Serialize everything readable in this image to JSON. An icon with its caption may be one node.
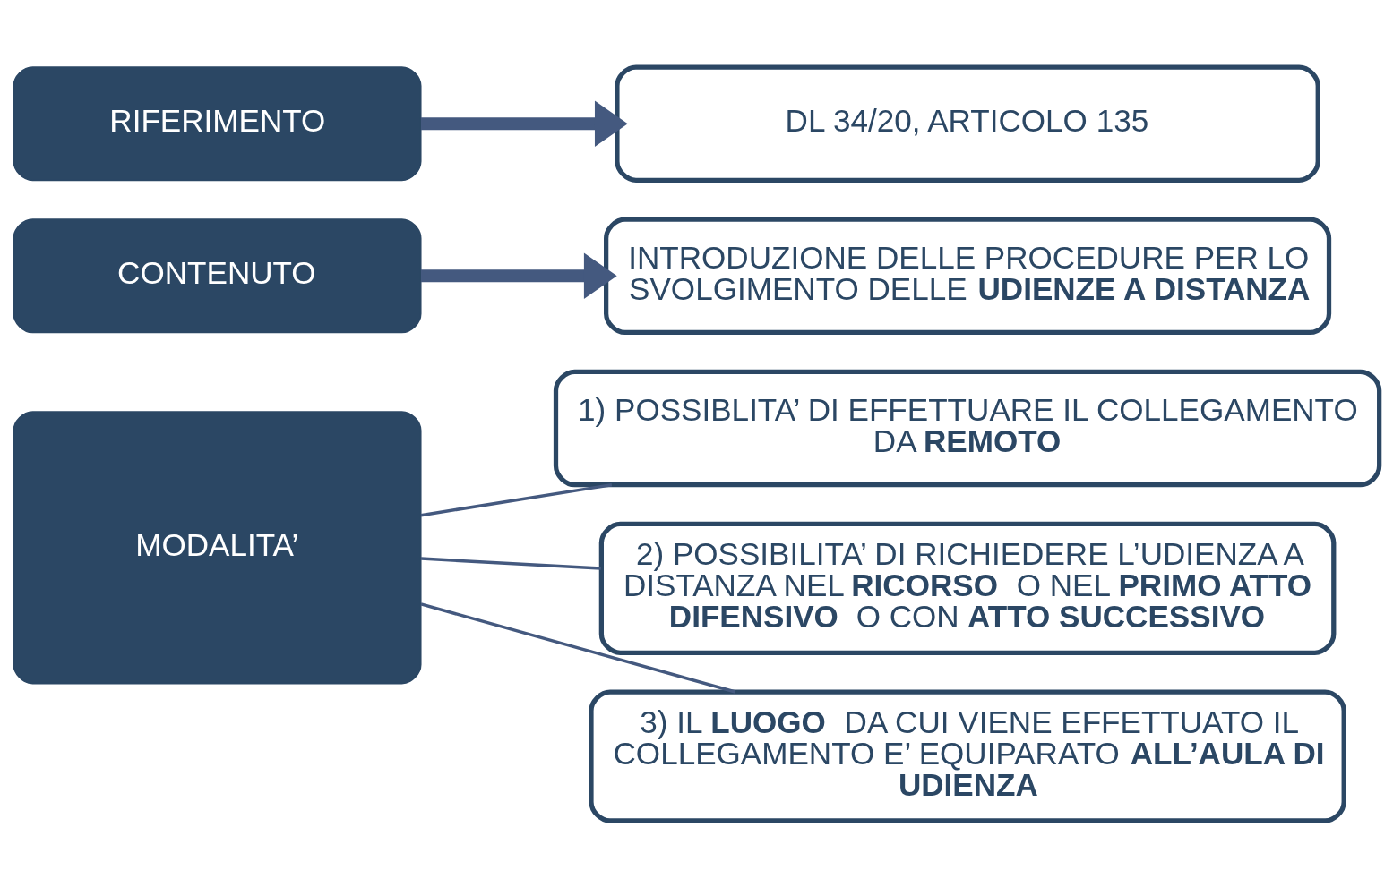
{
  "diagram": {
    "nodes": [
      {
        "text": [
          "RIFERIMENTO"
        ]
      },
      {
        "text": [
          "DL 34/20, ARTICOLO 135"
        ]
      },
      {
        "text": [
          "CONTENUTO"
        ]
      },
      {
        "text": [
          "INTRODUZIONE DELLE PROCEDURE PER LO SVOLGIMENTO DELLE **UDIENZE A DISTANZA**"
        ]
      },
      {
        "text": [
          "MODALITA’"
        ]
      },
      {
        "text": [
          "1) POSSIBLITA’ DI EFFETTUARE IL COLLEGAMENTO DA **REMOTO**"
        ]
      },
      {
        "text": [
          "2) POSSIBILITA’ DI RICHIEDERE L’UDIENZA A DISTANZA NEL **RICORSO** O NEL **PRIMO ATTO DIFENSIVO** O CON **ATTO SUCCESSIVO**"
        ]
      },
      {
        "text": [
          "3) IL **LUOGO** DA CUI VIENE EFFETTUATO IL COLLEGAMENTO E’ EQUIPARATO **ALL’AULA DI UDIENZA**"
        ]
      }
    ],
    "edges": [
      {
        "from": 0,
        "to": 1,
        "arrow": "to",
        "style": "thick"
      },
      {
        "from": 2,
        "to": 3,
        "arrow": "to",
        "style": "thick"
      },
      {
        "from": 4,
        "to": 5,
        "arrow": "none"
      },
      {
        "from": 4,
        "to": 6,
        "arrow": "none"
      },
      {
        "from": 4,
        "to": 7,
        "arrow": "none"
      }
    ]
  }
}
